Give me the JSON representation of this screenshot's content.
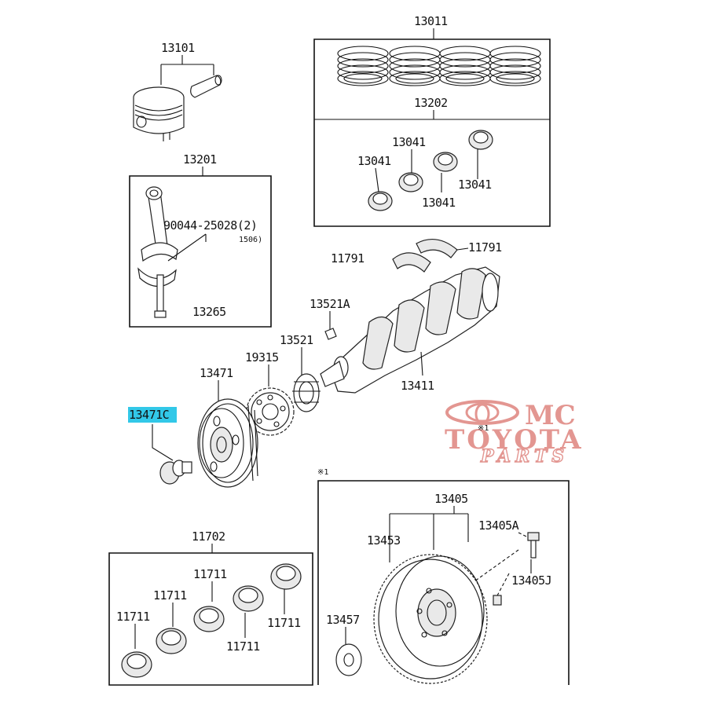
{
  "labels": {
    "p13011": "13011",
    "p13101": "13101",
    "p13202": "13202",
    "p13201": "13201",
    "p13041_a": "13041",
    "p13041_b": "13041",
    "p13041_c": "13041",
    "p13041_d": "13041",
    "p90044": "90044-25028(2)",
    "p90044_note": "1506)",
    "p13265": "13265",
    "p11791_a": "11791",
    "p11791_b": "11791",
    "p13521a": "13521A",
    "p13521": "13521",
    "p19315": "19315",
    "p13471": "13471",
    "p13471c": "13471C",
    "p13411": "13411",
    "p11702": "11702",
    "p11711_a": "11711",
    "p11711_b": "11711",
    "p11711_c": "11711",
    "p11711_d": "11711",
    "p11711_e": "11711",
    "p13405": "13405",
    "p13453": "13453",
    "p13405a": "13405A",
    "p13405j": "13405J",
    "p13457": "13457",
    "note_mark": "※1",
    "note_mark2": "※1"
  },
  "watermark": {
    "line1": "MC",
    "line2": "TOYOTA",
    "line3": "PARTS",
    "color": "#e08b86"
  },
  "highlight_color": "#32c8e8"
}
